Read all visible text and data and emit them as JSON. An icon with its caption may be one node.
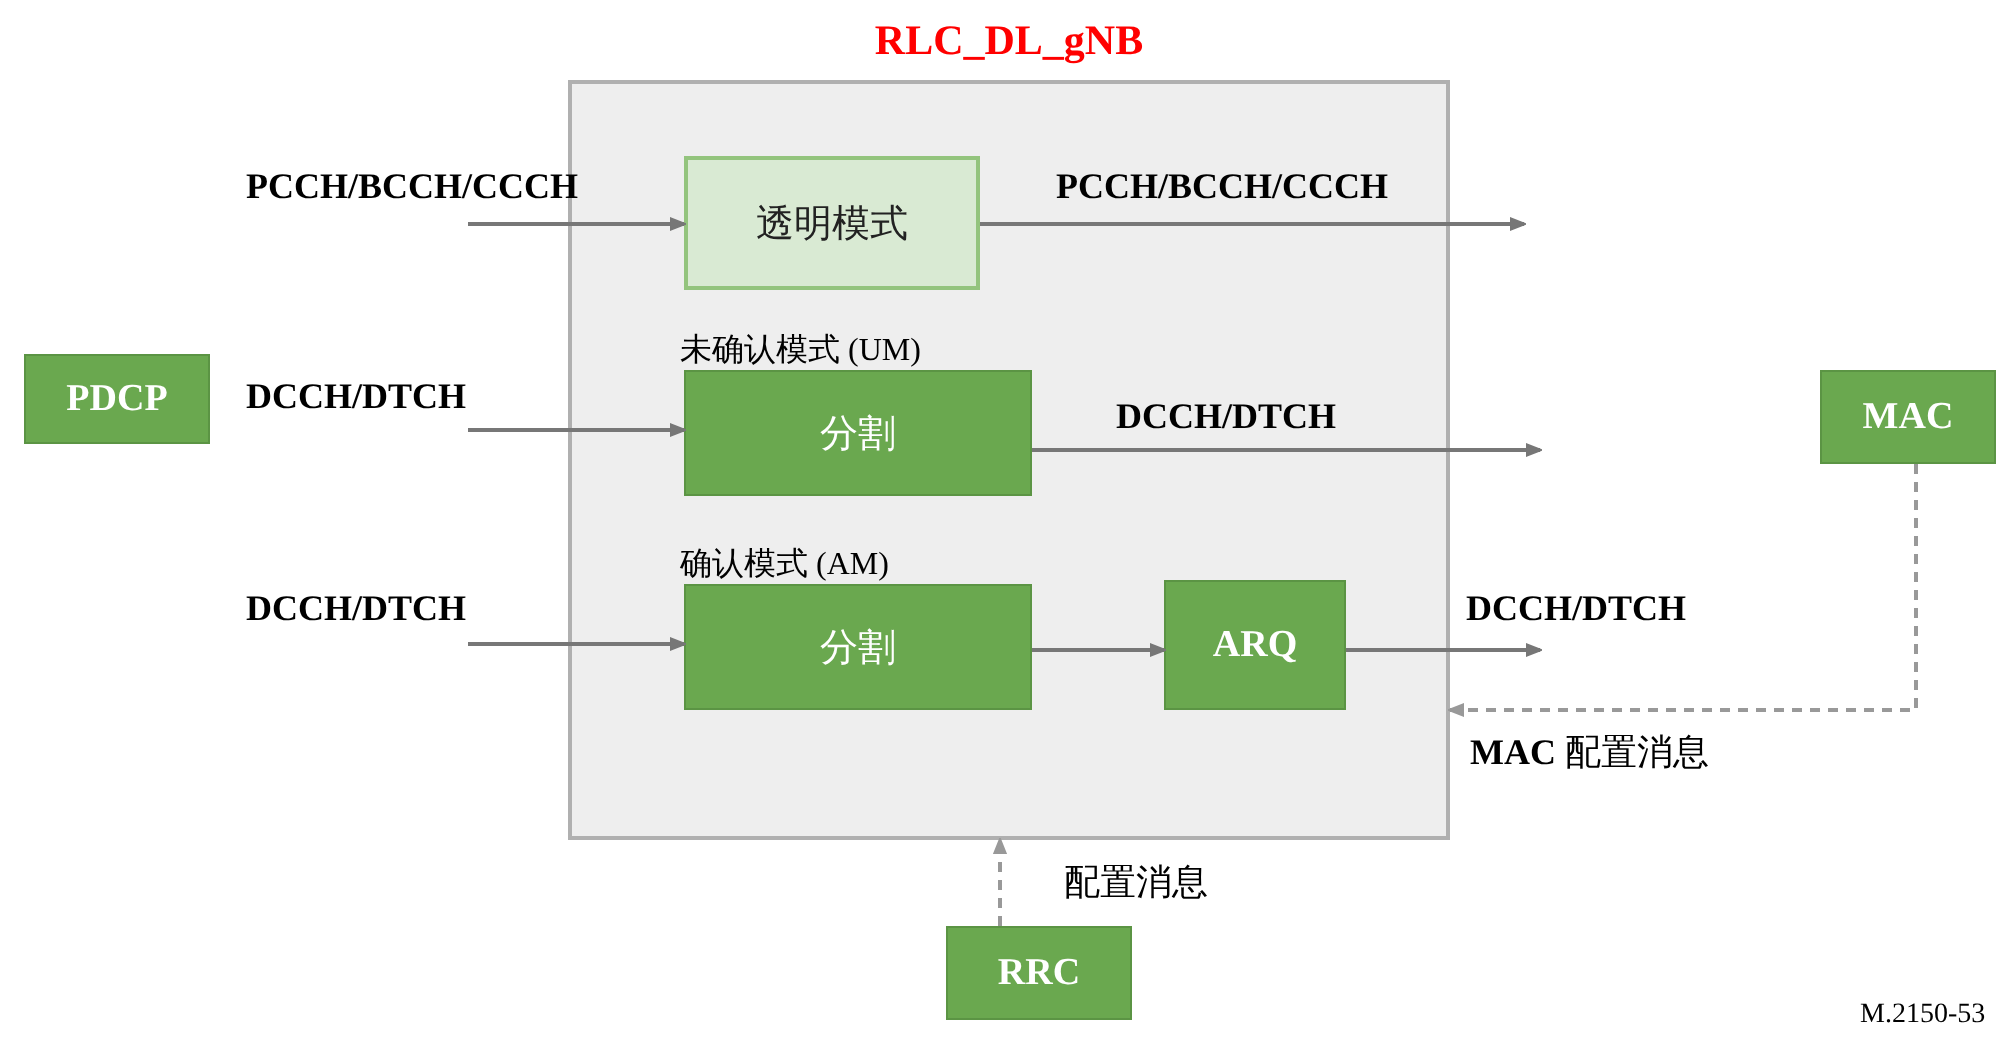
{
  "diagram": {
    "nodes": [
      {
        "text": [
          "RLC_DL_gNB"
        ]
      },
      {
        "text": [
          "透明模式"
        ],
        "in": 0
      },
      {
        "text": [
          "未确认模式 (UM)",
          "分割"
        ],
        "in": 0
      },
      {
        "text": [
          "确认模式 (AM)",
          "分割"
        ],
        "in": 0
      },
      {
        "text": [
          "ARQ"
        ],
        "in": 0
      },
      {
        "text": [
          "PDCP"
        ]
      },
      {
        "text": [
          "MAC"
        ]
      },
      {
        "text": [
          "RRC"
        ]
      }
    ],
    "edges": [
      {
        "from": null,
        "to": 1,
        "arrow": "to",
        "label": "PCCH/BCCH/CCCH"
      },
      {
        "from": 1,
        "to": null,
        "arrow": "to",
        "label": "PCCH/BCCH/CCCH"
      },
      {
        "from": null,
        "to": 2,
        "arrow": "to",
        "label": "DCCH/DTCH"
      },
      {
        "from": 2,
        "to": null,
        "arrow": "to",
        "label": "DCCH/DTCH"
      },
      {
        "from": null,
        "to": 3,
        "arrow": "to",
        "label": "DCCH/DTCH"
      },
      {
        "from": 3,
        "to": 4,
        "arrow": "to"
      },
      {
        "from": 4,
        "to": null,
        "arrow": "to",
        "label": "DCCH/DTCH"
      },
      {
        "from": 6,
        "to": 0,
        "arrow": "to",
        "label": "**MAC** 配置消息",
        "style": "dashed"
      },
      {
        "from": 7,
        "to": 0,
        "arrow": "to",
        "label": "配置消息",
        "style": "dashed"
      }
    ],
    "labels": [
      "M.2150-53"
    ]
  }
}
